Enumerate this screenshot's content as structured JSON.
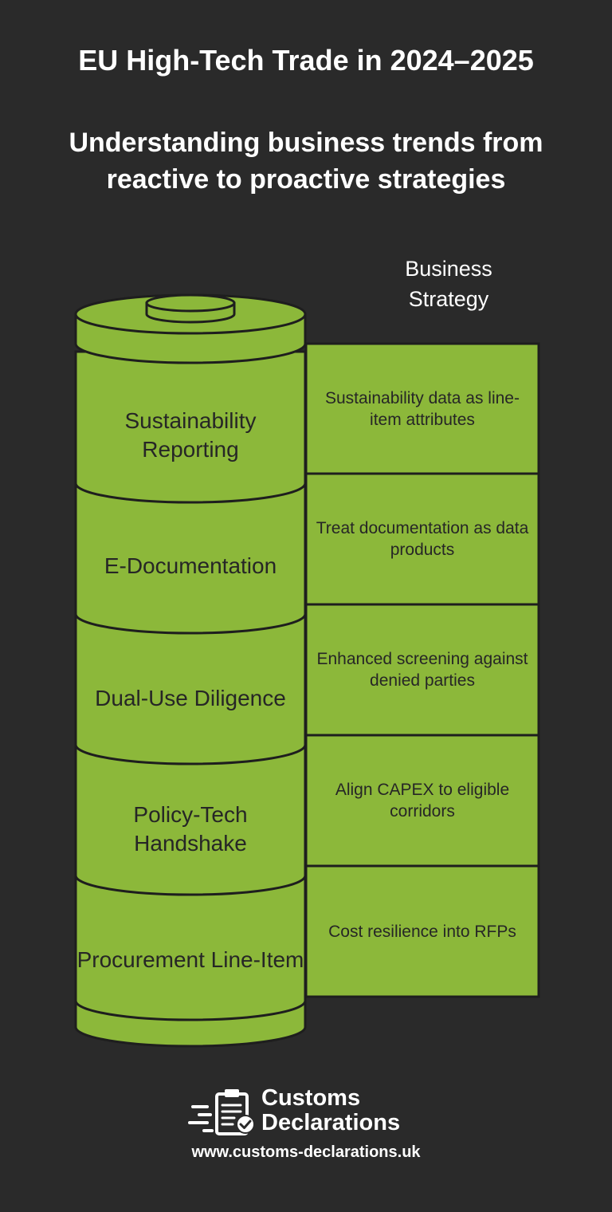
{
  "title": "EU High-Tech Trade in 2024–2025",
  "subtitle": "Understanding business trends from reactive to proactive strategies",
  "column_header": "Business Strategy",
  "layers": [
    {
      "label": "Sustainability Reporting",
      "strategy": "Sustainability data as line-item attributes"
    },
    {
      "label": "E-Documentation",
      "strategy": "Treat documentation as data products"
    },
    {
      "label": "Dual-Use Diligence",
      "strategy": "Enhanced screening against denied parties"
    },
    {
      "label": "Policy-Tech Handshake",
      "strategy": "Align CAPEX to eligible corridors"
    },
    {
      "label": "Procurement Line-Item",
      "strategy": "Cost resilience into RFPs"
    }
  ],
  "brand": {
    "name": "Customs\nDeclarations",
    "icon": "clipboard-check-icon",
    "url": "www.customs-declarations.uk"
  },
  "colors": {
    "background": "#2a2a2a",
    "green": "#8cb83a",
    "outline": "#1e1e1e",
    "text_light": "#ffffff",
    "text_dark": "#262626"
  }
}
